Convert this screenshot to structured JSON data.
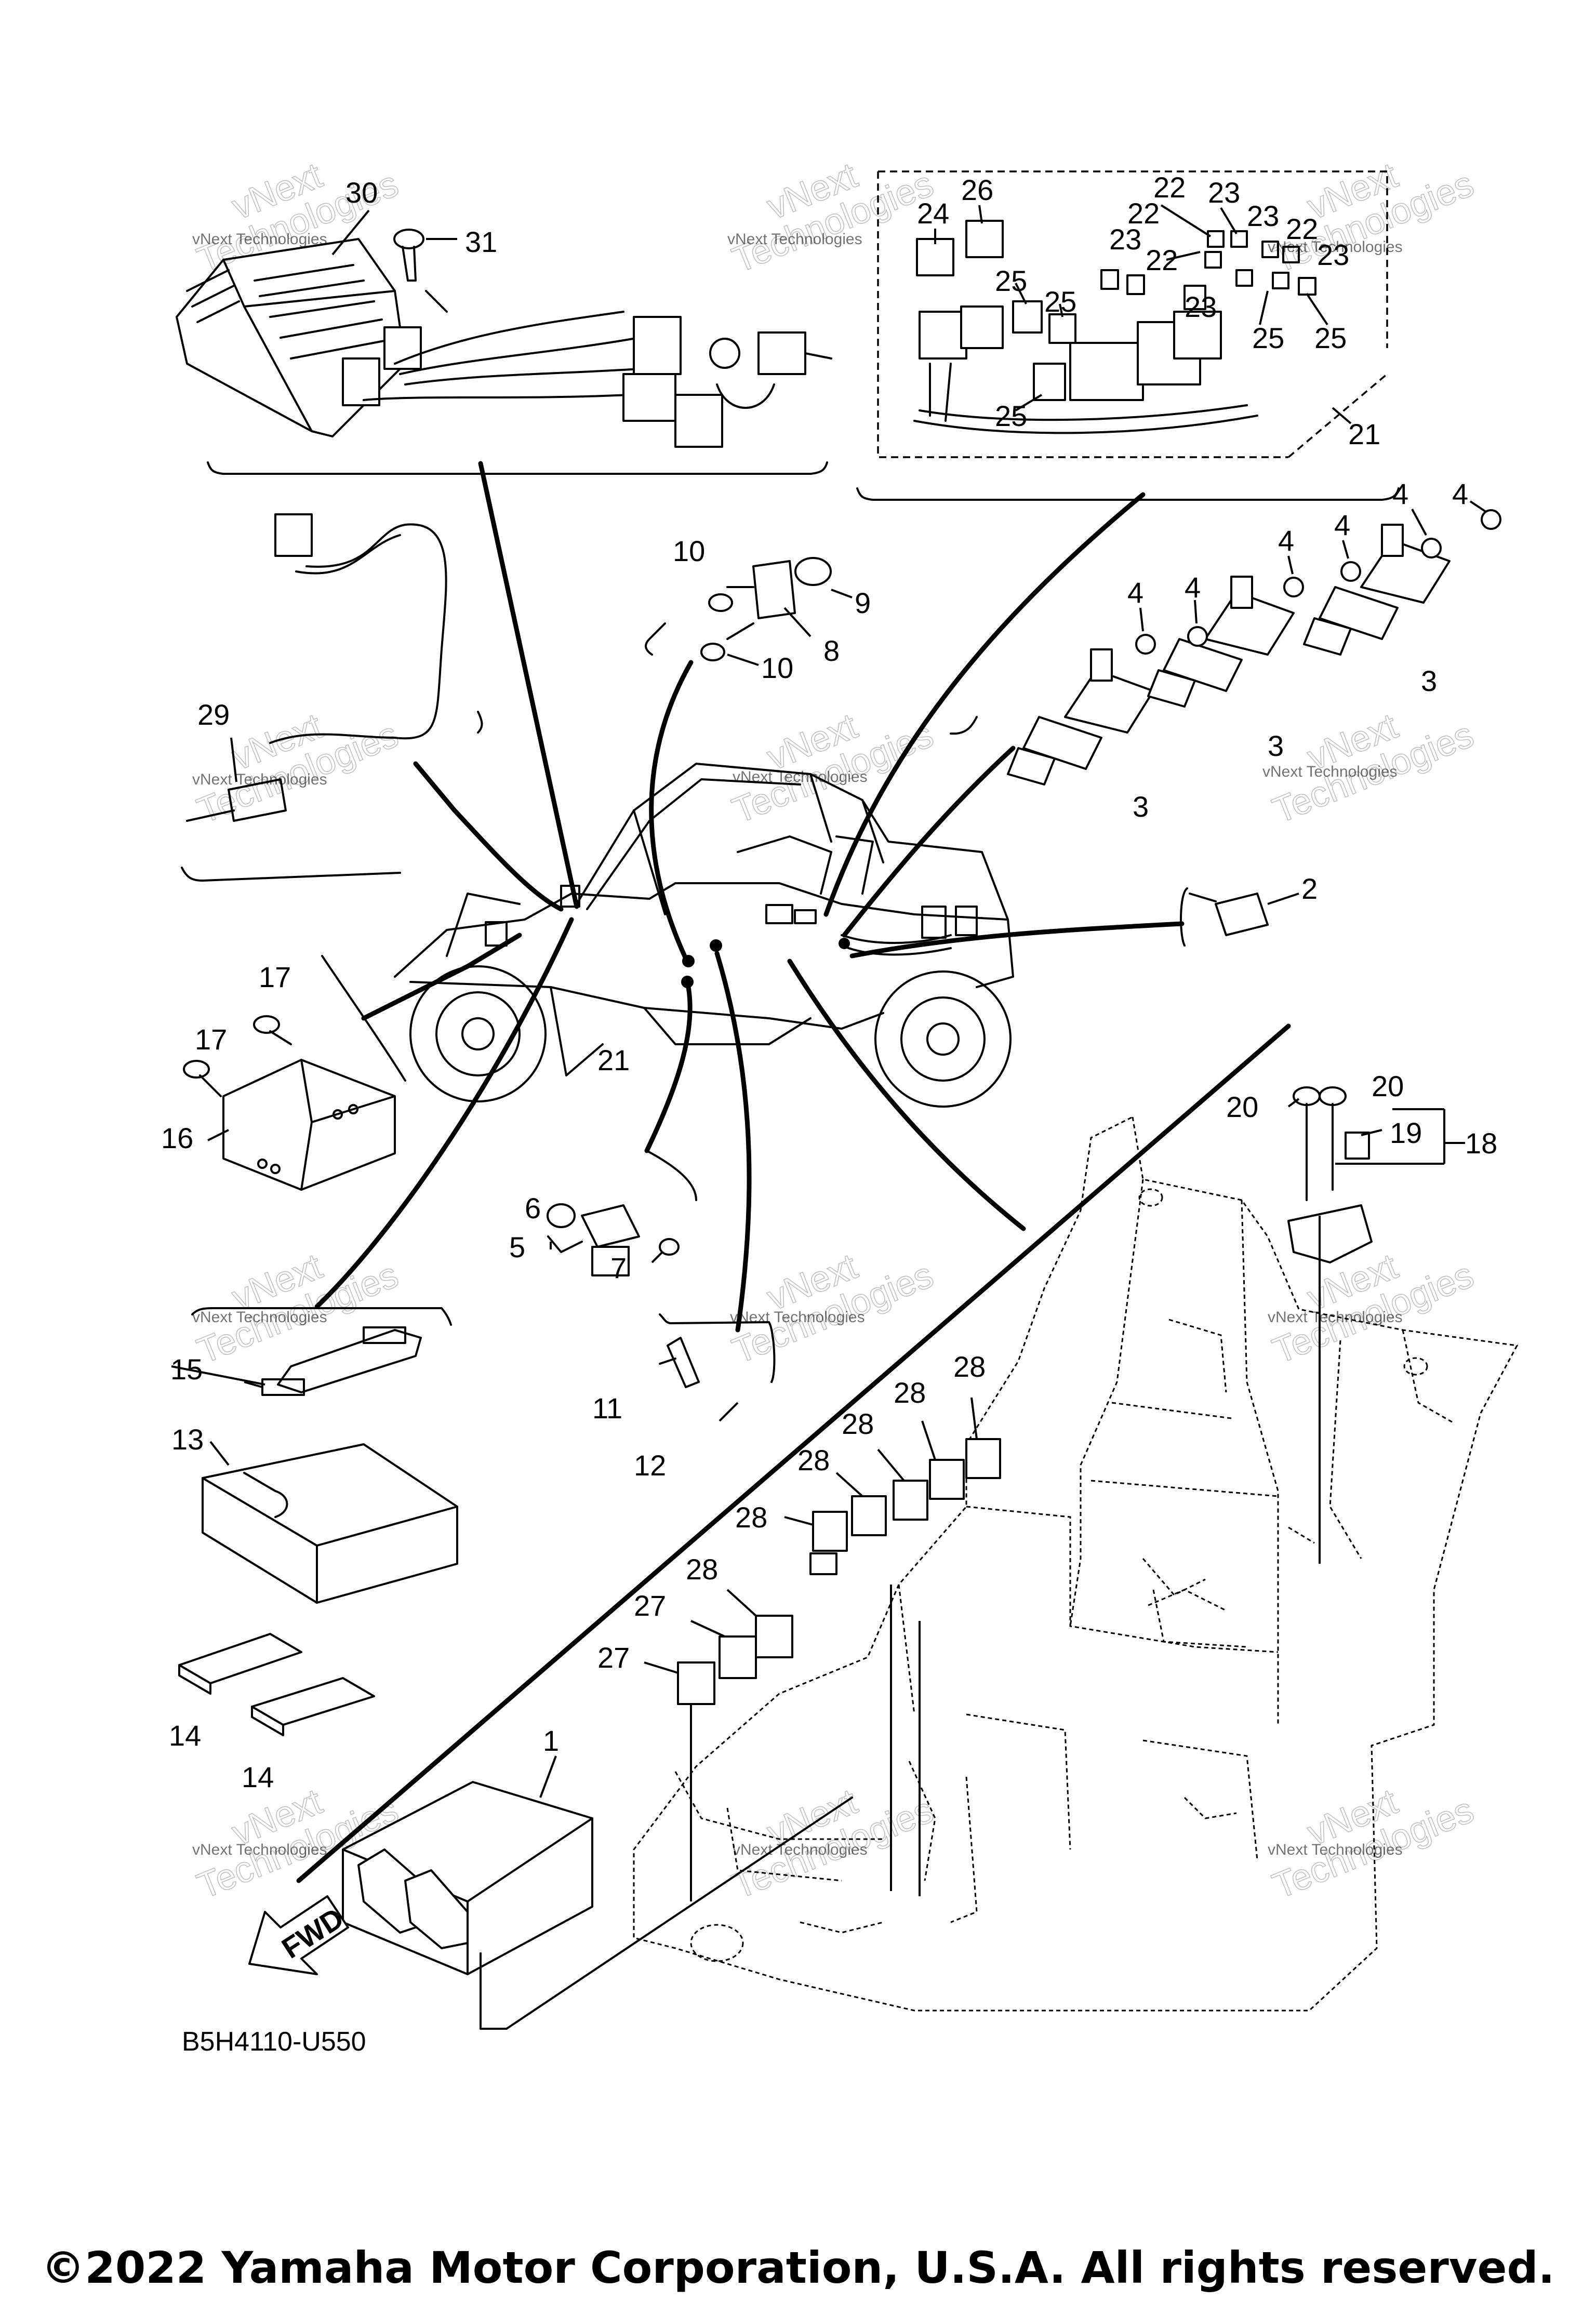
{
  "diagram": {
    "part_code": "B5H4110-U550",
    "copyright": "©2022 Yamaha Motor Corporation, U.S.A. All rights reserved.",
    "fwd_label": "FWD",
    "watermark": {
      "line1": "vNext",
      "line2": "Technologies",
      "small": "vNext Technologies"
    },
    "callouts": {
      "c1": "1",
      "c2": "2",
      "c3a": "3",
      "c3b": "3",
      "c3c": "3",
      "c4a": "4",
      "c4b": "4",
      "c4c": "4",
      "c4d": "4",
      "c4e": "4",
      "c4f": "4",
      "c5": "5",
      "c6": "6",
      "c7": "7",
      "c8": "8",
      "c9": "9",
      "c10a": "10",
      "c10b": "10",
      "c11": "11",
      "c12": "12",
      "c13": "13",
      "c14a": "14",
      "c14b": "14",
      "c15": "15",
      "c16": "16",
      "c17a": "17",
      "c17b": "17",
      "c18": "18",
      "c19": "19",
      "c20a": "20",
      "c20b": "20",
      "c21a": "21",
      "c21b": "21",
      "c22a": "22",
      "c22b": "22",
      "c22c": "22",
      "c22d": "22",
      "c23a": "23",
      "c23b": "23",
      "c23c": "23",
      "c23d": "23",
      "c23e": "23",
      "c24": "24",
      "c25a": "25",
      "c25b": "25",
      "c25c": "25",
      "c25d": "25",
      "c25e": "25",
      "c26": "26",
      "c27a": "27",
      "c27b": "27",
      "c28a": "28",
      "c28b": "28",
      "c28c": "28",
      "c28d": "28",
      "c28e": "28",
      "c28f": "28",
      "c29": "29",
      "c30": "30",
      "c31": "31"
    }
  }
}
